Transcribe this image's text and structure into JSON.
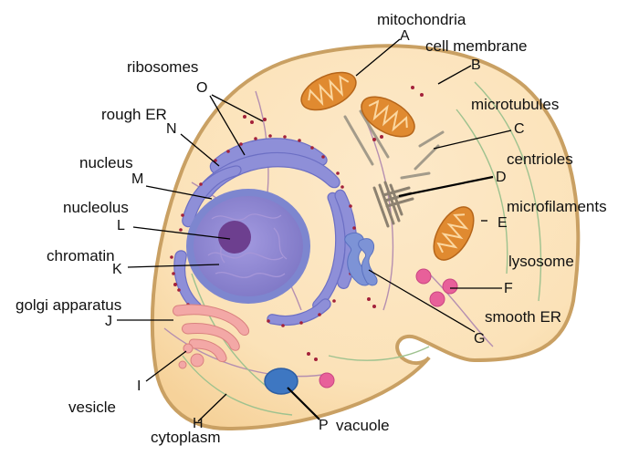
{
  "labels": {
    "mitochondria": "mitochondria",
    "cell_membrane": "cell membrane",
    "ribosomes": "ribosomes",
    "microtubules": "microtubules",
    "rough_er": "rough ER",
    "centrioles": "centrioles",
    "nucleus": "nucleus",
    "microfilaments": "microfilaments",
    "nucleolus": "nucleolus",
    "chromatin": "chromatin",
    "lysosome": "lysosome",
    "golgi_apparatus": "golgi apparatus",
    "smooth_er": "smooth ER",
    "vesicle": "vesicle",
    "cytoplasm": "cytoplasm",
    "vacuole": "vacuole"
  },
  "letters": {
    "A": "A",
    "B": "B",
    "C": "C",
    "D": "D",
    "E": "E",
    "F": "F",
    "G": "G",
    "H": "H",
    "I": "I",
    "J": "J",
    "K": "K",
    "L": "L",
    "M": "M",
    "N": "N",
    "O": "O",
    "P": "P"
  },
  "colors": {
    "membrane": "#c9a063",
    "cytoplasm": "#fbe6c3",
    "nucleus_envelope": "#7d86cf",
    "nucleus_fill": "#8f87d0",
    "nucleolus": "#6d3f8f",
    "rough_er": "#8e8fd8",
    "ribosome": "#a3213a",
    "golgi": "#f3a8a6",
    "mitochondria": "#e08a30",
    "lysosome": "#e8609a",
    "vacuole": "#3e77c2",
    "microtubule": "#a39b8a",
    "microfilament": "#9ec28f",
    "cytoskeleton_purple": "#b58fb0"
  }
}
